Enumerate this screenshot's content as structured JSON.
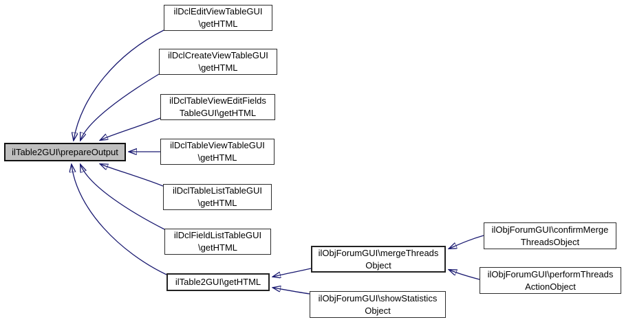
{
  "colors": {
    "background": "#ffffff",
    "edge": "#191970",
    "node_border": "#2b2b2b",
    "node_fill": "#ffffff",
    "selected_node_fill": "#bfbfbf",
    "text": "#000000"
  },
  "nodes": {
    "prepare_output": {
      "line1": "ilTable2GUI\\prepareOutput",
      "line2": ""
    },
    "dcl_edit_view": {
      "line1": "ilDclEditViewTableGUI",
      "line2": "\\getHTML"
    },
    "dcl_create_view": {
      "line1": "ilDclCreateViewTableGUI",
      "line2": "\\getHTML"
    },
    "dcl_table_view_edit_fields": {
      "line1": "ilDclTableViewEditFields",
      "line2": "TableGUI\\getHTML"
    },
    "dcl_table_view": {
      "line1": "ilDclTableViewTableGUI",
      "line2": "\\getHTML"
    },
    "dcl_table_list": {
      "line1": "ilDclTableListTableGUI",
      "line2": "\\getHTML"
    },
    "dcl_field_list": {
      "line1": "ilDclFieldListTableGUI",
      "line2": "\\getHTML"
    },
    "table2_get_html": {
      "line1": "ilTable2GUI\\getHTML",
      "line2": ""
    },
    "merge_threads": {
      "line1": "ilObjForumGUI\\mergeThreads",
      "line2": "Object"
    },
    "show_statistics": {
      "line1": "ilObjForumGUI\\showStatistics",
      "line2": "Object"
    },
    "confirm_merge": {
      "line1": "ilObjForumGUI\\confirmMerge",
      "line2": "ThreadsObject"
    },
    "perform_threads": {
      "line1": "ilObjForumGUI\\performThreads",
      "line2": "ActionObject"
    }
  },
  "edges": [
    {
      "from": "ilDclEditViewTableGUI\\getHTML",
      "to": "ilTable2GUI\\prepareOutput"
    },
    {
      "from": "ilDclCreateViewTableGUI\\getHTML",
      "to": "ilTable2GUI\\prepareOutput"
    },
    {
      "from": "ilDclTableViewEditFieldsTableGUI\\getHTML",
      "to": "ilTable2GUI\\prepareOutput"
    },
    {
      "from": "ilDclTableViewTableGUI\\getHTML",
      "to": "ilTable2GUI\\prepareOutput"
    },
    {
      "from": "ilDclTableListTableGUI\\getHTML",
      "to": "ilTable2GUI\\prepareOutput"
    },
    {
      "from": "ilDclFieldListTableGUI\\getHTML",
      "to": "ilTable2GUI\\prepareOutput"
    },
    {
      "from": "ilTable2GUI\\getHTML",
      "to": "ilTable2GUI\\prepareOutput"
    },
    {
      "from": "ilObjForumGUI\\mergeThreadsObject",
      "to": "ilTable2GUI\\getHTML"
    },
    {
      "from": "ilObjForumGUI\\showStatisticsObject",
      "to": "ilTable2GUI\\getHTML"
    },
    {
      "from": "ilObjForumGUI\\confirmMergeThreadsObject",
      "to": "ilObjForumGUI\\mergeThreadsObject"
    },
    {
      "from": "ilObjForumGUI\\performThreadsActionObject",
      "to": "ilObjForumGUI\\mergeThreadsObject"
    }
  ]
}
